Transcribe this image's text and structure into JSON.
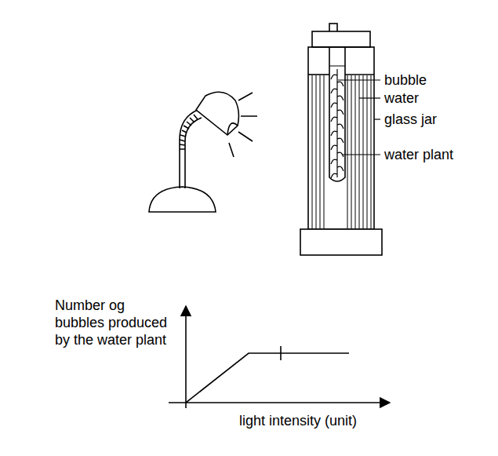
{
  "diagram": {
    "labels": [
      "bubble",
      "water",
      "glass jar",
      "water plant",
      "Number og bubbles produced by the water plant",
      "light intensity (unit)"
    ]
  }
}
